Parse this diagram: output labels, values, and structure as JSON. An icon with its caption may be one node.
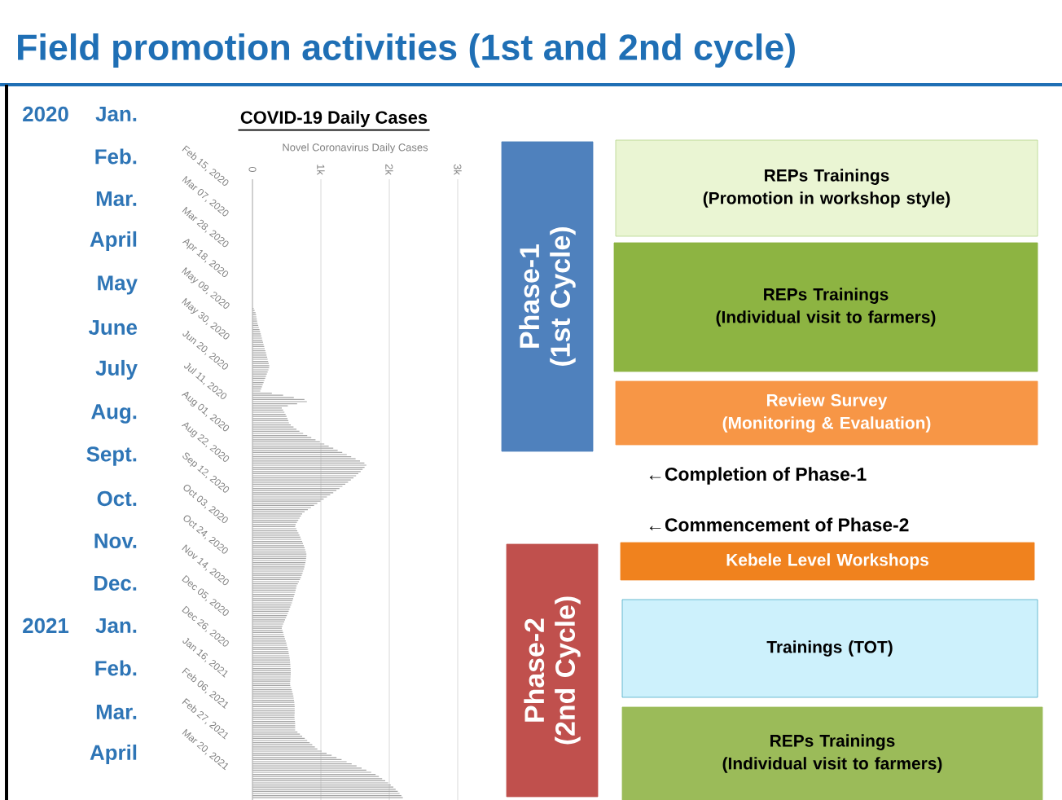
{
  "diagram": {
    "title": "Field promotion activities (1st and 2nd cycle)",
    "nodes": [
      {
        "text": [
          "Phase-1 (1st Cycle)"
        ]
      },
      {
        "text": [
          "REPs Trainings",
          "(Promotion in workshop style)"
        ]
      },
      {
        "text": [
          "REPs Trainings",
          "(Individual visit to farmers)"
        ]
      },
      {
        "text": [
          "Review Survey",
          "(Monitoring & Evaluation)"
        ]
      },
      {
        "text": [
          "Kebele Level Workshops"
        ]
      },
      {
        "text": [
          "Phase-2 (2nd Cycle)"
        ]
      },
      {
        "text": [
          "Trainings (TOT)"
        ]
      },
      {
        "text": [
          "REPs Trainings",
          "(Individual visit to farmers)"
        ]
      }
    ],
    "labels": [
      "2020",
      "Jan.",
      "Feb.",
      "Mar.",
      "April",
      "May",
      "June",
      "July",
      "Aug.",
      "Sept.",
      "Oct.",
      "Nov.",
      "Dec.",
      "2021",
      "Jan.",
      "Feb.",
      "Mar.",
      "April",
      "COVID-19 Daily Cases",
      "Novel Coronavirus Daily Cases",
      "0",
      "1k",
      "2k",
      "3k",
      "Feb 15, 2020",
      "Mar 07, 2020",
      "Mar 28, 2020",
      "Apr 18, 2020",
      "May 09, 2020",
      "May 30, 2020",
      "Jun 20, 2020",
      "Jul 11, 2020",
      "Aug 01, 2020",
      "Aug 22, 2020",
      "Sep 12, 2020",
      "Oct 03, 2020",
      "Oct 24, 2020",
      "Nov 14, 2020",
      "Dec 05, 2020",
      "Dec 26, 2020",
      "Jan 16, 2021",
      "Feb 06, 2021",
      "Feb 27, 2021",
      "Mar 20, 2021",
      "←Completion of Phase-1",
      "←Commencement of Phase-2"
    ]
  }
}
